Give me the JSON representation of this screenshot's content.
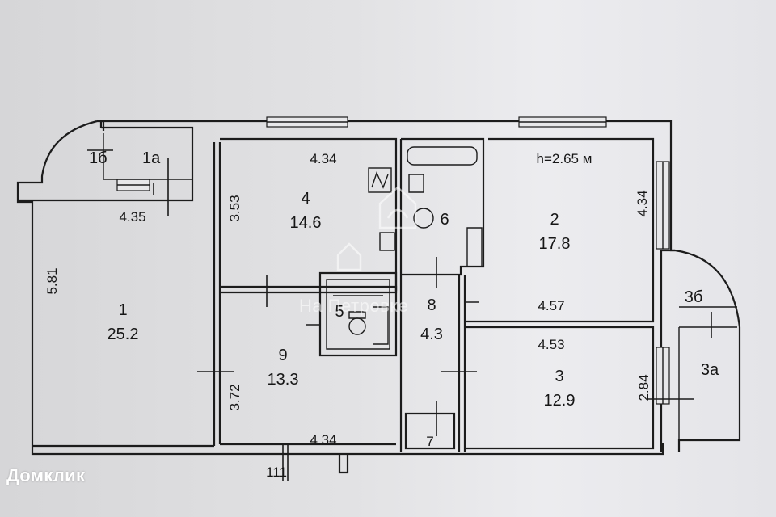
{
  "rooms": {
    "r1": {
      "num": "1",
      "area": "25.2"
    },
    "r1a": {
      "num": "1а"
    },
    "r1b": {
      "num": "1б"
    },
    "r2": {
      "num": "2",
      "area": "17.8"
    },
    "r3": {
      "num": "3",
      "area": "12.9"
    },
    "r3a": {
      "num": "3а"
    },
    "r3b": {
      "num": "3б"
    },
    "r4": {
      "num": "4",
      "area": "14.6"
    },
    "r5": {
      "num": "5"
    },
    "r6": {
      "num": "6"
    },
    "r7": {
      "num": "7"
    },
    "r8": {
      "num": "8",
      "area": "4.3"
    },
    "r9": {
      "num": "9",
      "area": "13.3"
    }
  },
  "dimensions": {
    "d_4_34_top": "4.34",
    "d_3_53": "3.53",
    "d_4_35": "4.35",
    "d_5_81": "5.81",
    "d_4_34_right": "4.34",
    "d_4_57": "4.57",
    "d_4_53": "4.53",
    "d_2_84": "2.84",
    "d_3_72": "3.72",
    "d_4_34_bottom": "4.34"
  },
  "ceiling_height": "h=2.65 м",
  "section_mark": "111",
  "watermark": "На Петровке",
  "brand": "Домклик",
  "icons": [
    "house-watermark-icon",
    "bathtub-icon",
    "toilet-icon",
    "stove-icon",
    "sink-icon"
  ]
}
